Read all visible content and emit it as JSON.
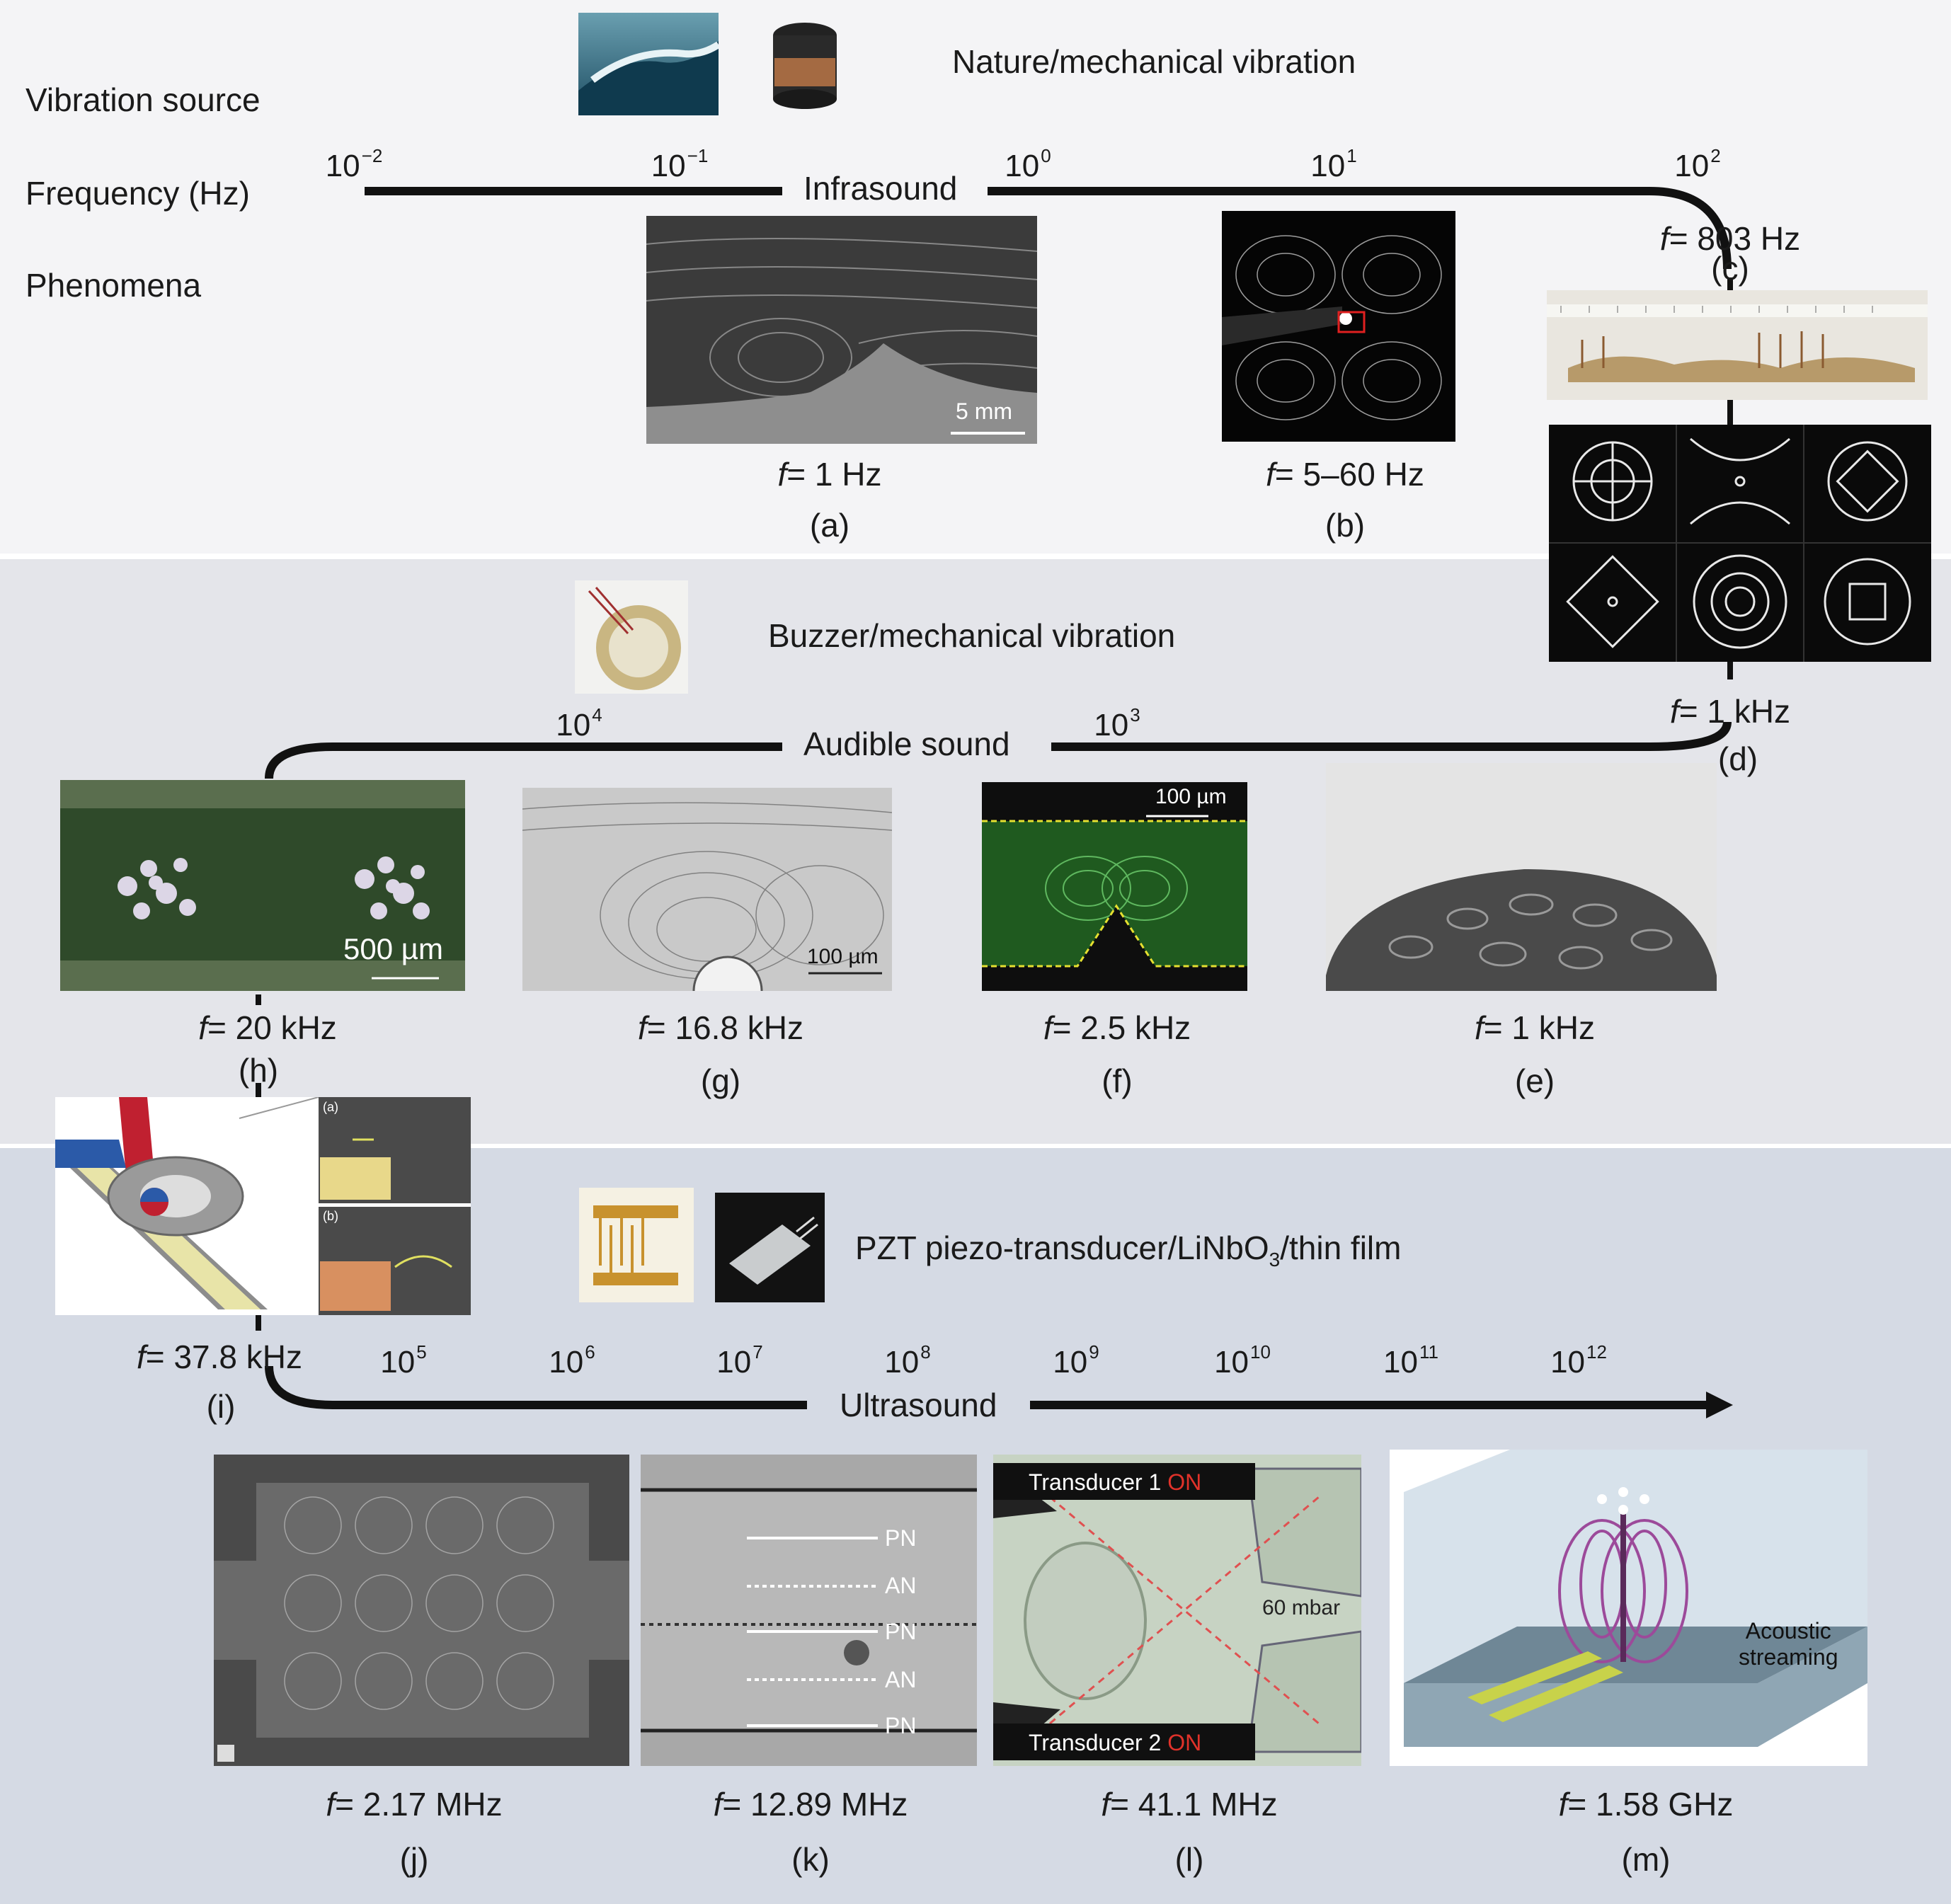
{
  "rows": {
    "vibration_source": "Vibration source",
    "frequency": "Frequency (Hz)",
    "phenomena": "Phenomena"
  },
  "sources": {
    "nature": "Nature/mechanical vibration",
    "buzzer": "Buzzer/mechanical vibration",
    "pzt_prefix": "PZT piezo-transducer/LiNbO",
    "pzt_sub": "3",
    "pzt_suffix": "/thin film"
  },
  "ranges": {
    "infrasound": "Infrasound",
    "audible": "Audible sound",
    "ultrasound": "Ultrasound"
  },
  "axis": {
    "base": "10",
    "top_exponents": [
      "−2",
      "−1",
      "0",
      "1",
      "2"
    ],
    "middle_exponents": [
      "4",
      "3"
    ],
    "bottom_exponents": [
      "5",
      "6",
      "7",
      "8",
      "9",
      "10",
      "11",
      "12"
    ]
  },
  "panels": {
    "a": {
      "letter": "(a)",
      "freq": "= 1 Hz",
      "scale": "5 mm"
    },
    "b": {
      "letter": "(b)",
      "freq": "= 5–60 Hz"
    },
    "c": {
      "letter": "(c)",
      "freq": "= 803 Hz"
    },
    "d": {
      "letter": "(d)",
      "freq": "= 1 kHz"
    },
    "e": {
      "letter": "(e)",
      "freq": "= 1 kHz"
    },
    "f": {
      "letter": "(f)",
      "freq": "= 2.5 kHz",
      "scale": "100 µm"
    },
    "g": {
      "letter": "(g)",
      "freq": "= 16.8 kHz",
      "scale": "100 µm"
    },
    "h": {
      "letter": "(h)",
      "freq": "= 20 kHz",
      "scale": "500 µm"
    },
    "i": {
      "letter": "(i)",
      "freq": "= 37.8 kHz",
      "inset_a": "(a)",
      "inset_b": "(b)"
    },
    "j": {
      "letter": "(j)",
      "freq": "= 2.17 MHz"
    },
    "k": {
      "letter": "(k)",
      "freq": "= 12.89 MHz",
      "nodes": [
        "PN",
        "AN",
        "PN",
        "AN",
        "PN"
      ]
    },
    "l": {
      "letter": "(l)",
      "freq": "= 41.1 MHz",
      "t1": "Transducer 1",
      "t2": "Transducer 2",
      "on": "ON",
      "pressure": "60 mbar"
    },
    "m": {
      "letter": "(m)",
      "freq": "= 1.58 GHz",
      "label1": "Acoustic",
      "label2": "streaming"
    }
  },
  "f_symbol": "f",
  "colors": {
    "axis": "#111111",
    "on_red": "#e0322a",
    "dash_red": "#e05050",
    "green": "#5adc5a"
  }
}
